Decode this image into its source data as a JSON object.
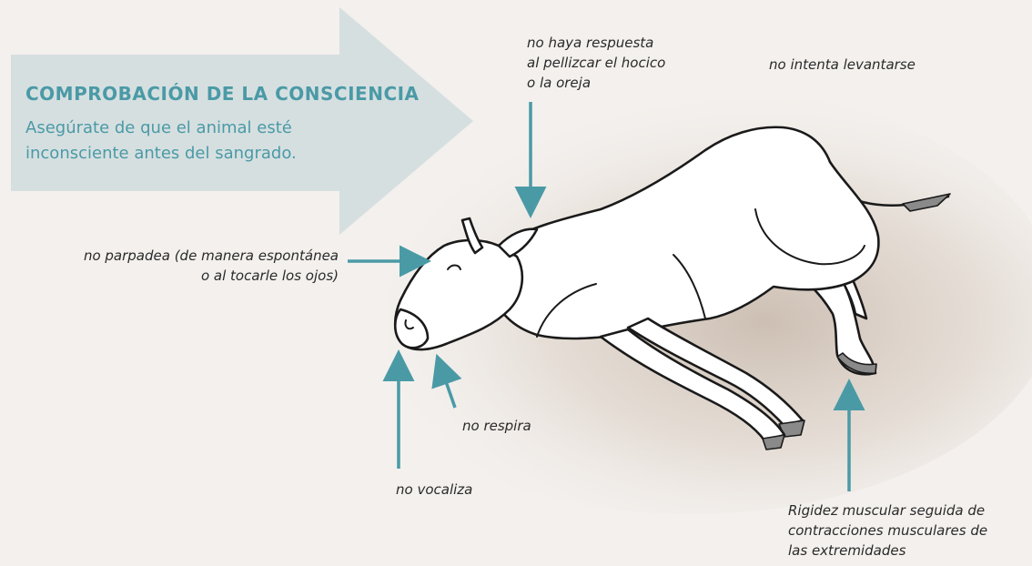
{
  "header": {
    "title": "COMPROBACIÓN DE LA CONSCIENCIA",
    "subtitle_lines": [
      "Asegúrate de que el animal esté",
      "inconsciente antes del sangrado."
    ]
  },
  "labels": {
    "pinch": [
      "no haya respuesta",
      "al pellizcar el hocico",
      "o la oreja"
    ],
    "stand": "no intenta levantarse",
    "blink": [
      "no parpadea (de manera espontánea",
      "o al tocarle los ojos)"
    ],
    "breathe": "no respira",
    "vocalize": "no vocaliza",
    "rigidity": [
      "Rigidez muscular seguida  de",
      "contracciones musculares de",
      "las extremidades"
    ]
  },
  "colors": {
    "accent": "#4a9aa6",
    "arrow_fill": "#d6dfe0",
    "background": "#f3f0ed",
    "animal": "#ffffff",
    "outline": "#1a1a1a"
  }
}
